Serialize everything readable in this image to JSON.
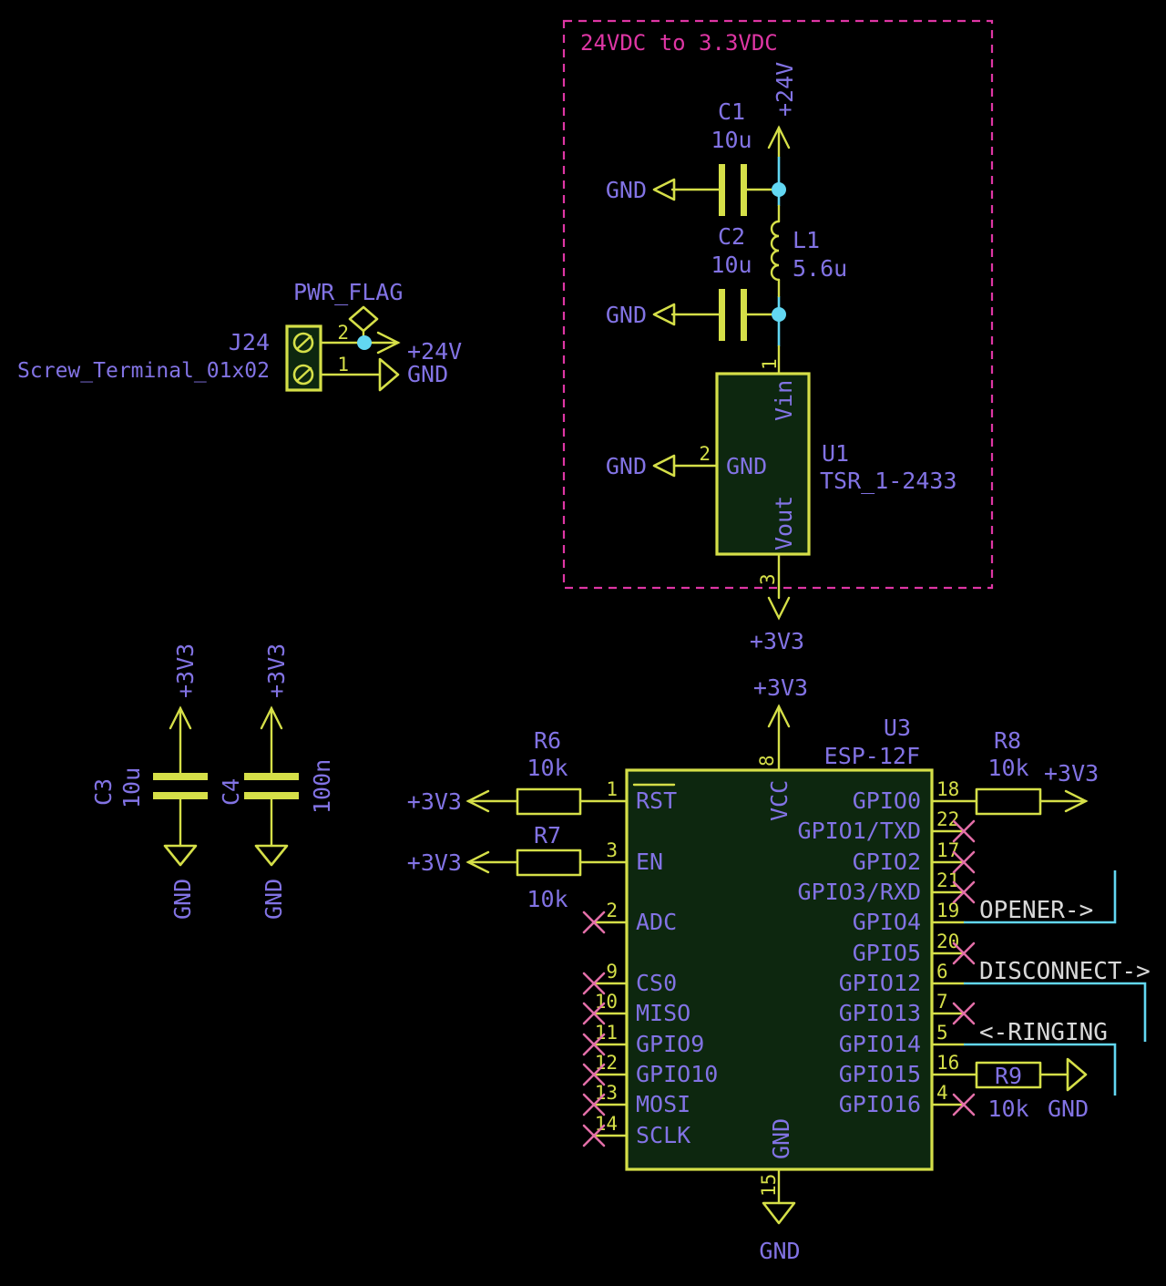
{
  "section": {
    "title": "24VDC to 3.3VDC"
  },
  "labels": {
    "gnd": "GND",
    "p3v3": "+3V3",
    "p24v": "+24V",
    "pwr_flag": "PWR_FLAG"
  },
  "j24": {
    "ref": "J24",
    "value": "Screw_Terminal_01x02",
    "pin1": "1",
    "pin2": "2"
  },
  "c1": {
    "ref": "C1",
    "value": "10u"
  },
  "c2": {
    "ref": "C2",
    "value": "10u"
  },
  "c3": {
    "ref": "C3",
    "value": "10u"
  },
  "c4": {
    "ref": "C4",
    "value": "100n"
  },
  "l1": {
    "ref": "L1",
    "value": "5.6u"
  },
  "u1": {
    "ref": "U1",
    "value": "TSR_1-2433",
    "pin_vin": {
      "num": "1",
      "name": "Vin"
    },
    "pin_gnd": {
      "num": "2",
      "name": "GND"
    },
    "pin_vout": {
      "num": "3",
      "name": "Vout"
    }
  },
  "r6": {
    "ref": "R6",
    "value": "10k"
  },
  "r7": {
    "ref": "R7",
    "value": "10k"
  },
  "r8": {
    "ref": "R8",
    "value": "10k"
  },
  "r9": {
    "ref": "R9",
    "value": "10k"
  },
  "u3": {
    "ref": "U3",
    "value": "ESP-12F",
    "pin_vcc": {
      "num": "8",
      "name": "VCC"
    },
    "pin_gnd": {
      "num": "15",
      "name": "GND"
    },
    "left_pins": [
      {
        "num": "1",
        "name": "RST"
      },
      {
        "num": "3",
        "name": "EN"
      },
      {
        "num": "2",
        "name": "ADC"
      },
      {
        "num": "9",
        "name": "CS0"
      },
      {
        "num": "10",
        "name": "MISO"
      },
      {
        "num": "11",
        "name": "GPIO9"
      },
      {
        "num": "12",
        "name": "GPIO10"
      },
      {
        "num": "13",
        "name": "MOSI"
      },
      {
        "num": "14",
        "name": "SCLK"
      }
    ],
    "right_pins": [
      {
        "num": "18",
        "name": "GPIO0"
      },
      {
        "num": "22",
        "name": "GPIO1/TXD"
      },
      {
        "num": "17",
        "name": "GPIO2"
      },
      {
        "num": "21",
        "name": "GPIO3/RXD"
      },
      {
        "num": "19",
        "name": "GPIO4"
      },
      {
        "num": "20",
        "name": "GPIO5"
      },
      {
        "num": "6",
        "name": "GPIO12"
      },
      {
        "num": "7",
        "name": "GPIO13"
      },
      {
        "num": "5",
        "name": "GPIO14"
      },
      {
        "num": "16",
        "name": "GPIO15"
      },
      {
        "num": "4",
        "name": "GPIO16"
      }
    ]
  },
  "net_labels": {
    "opener": "OPENER->",
    "disconnect": "DISCONNECT->",
    "ringing": "<-RINGING"
  },
  "colors": {
    "background": "#000000",
    "symbol": "#d5df48",
    "label": "#8273e4",
    "highlight_wire": "#62d7f2",
    "no_connect": "#e36fa8",
    "net_label": "#d9d9d9",
    "section_outline": "#de36a4",
    "body_fill": "#0d270f"
  }
}
